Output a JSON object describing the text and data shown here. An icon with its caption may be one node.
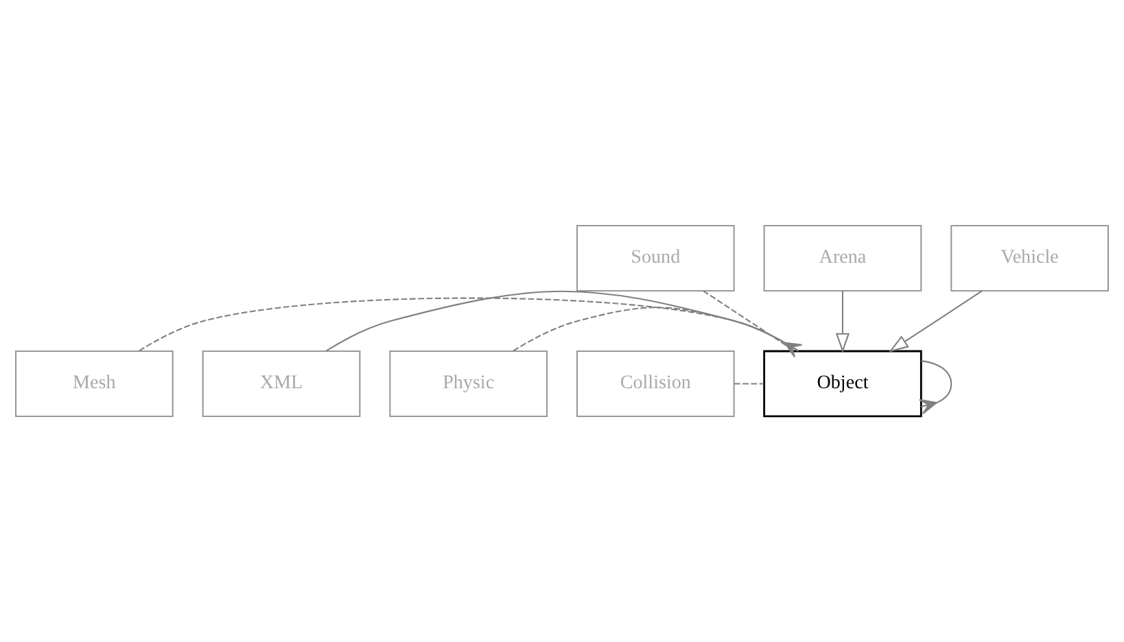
{
  "diagram": {
    "nodes": [
      {
        "text": [
          "Sound"
        ]
      },
      {
        "text": [
          "Mesh"
        ]
      },
      {
        "text": [
          "XML"
        ]
      },
      {
        "text": [
          "Object"
        ]
      },
      {
        "text": [
          "Physic"
        ]
      },
      {
        "text": [
          "Collision"
        ]
      },
      {
        "text": [
          "Arena"
        ]
      },
      {
        "text": [
          "Vehicle"
        ]
      }
    ],
    "edges": [
      {
        "from": 0,
        "to": 3,
        "arrow": "none",
        "style": "dashed"
      },
      {
        "from": 1,
        "to": 3,
        "arrow": "none",
        "style": "dashed"
      },
      {
        "from": 2,
        "to": 3,
        "arrow": "other"
      },
      {
        "from": 3,
        "to": 3,
        "arrow": "other"
      },
      {
        "from": 4,
        "to": 3,
        "arrow": "none",
        "style": "dashed"
      },
      {
        "from": 5,
        "to": 3,
        "arrow": "none",
        "style": "dashed"
      },
      {
        "from": 6,
        "to": 3,
        "arrow": "to"
      },
      {
        "from": 7,
        "to": 3,
        "arrow": "to"
      }
    ]
  }
}
